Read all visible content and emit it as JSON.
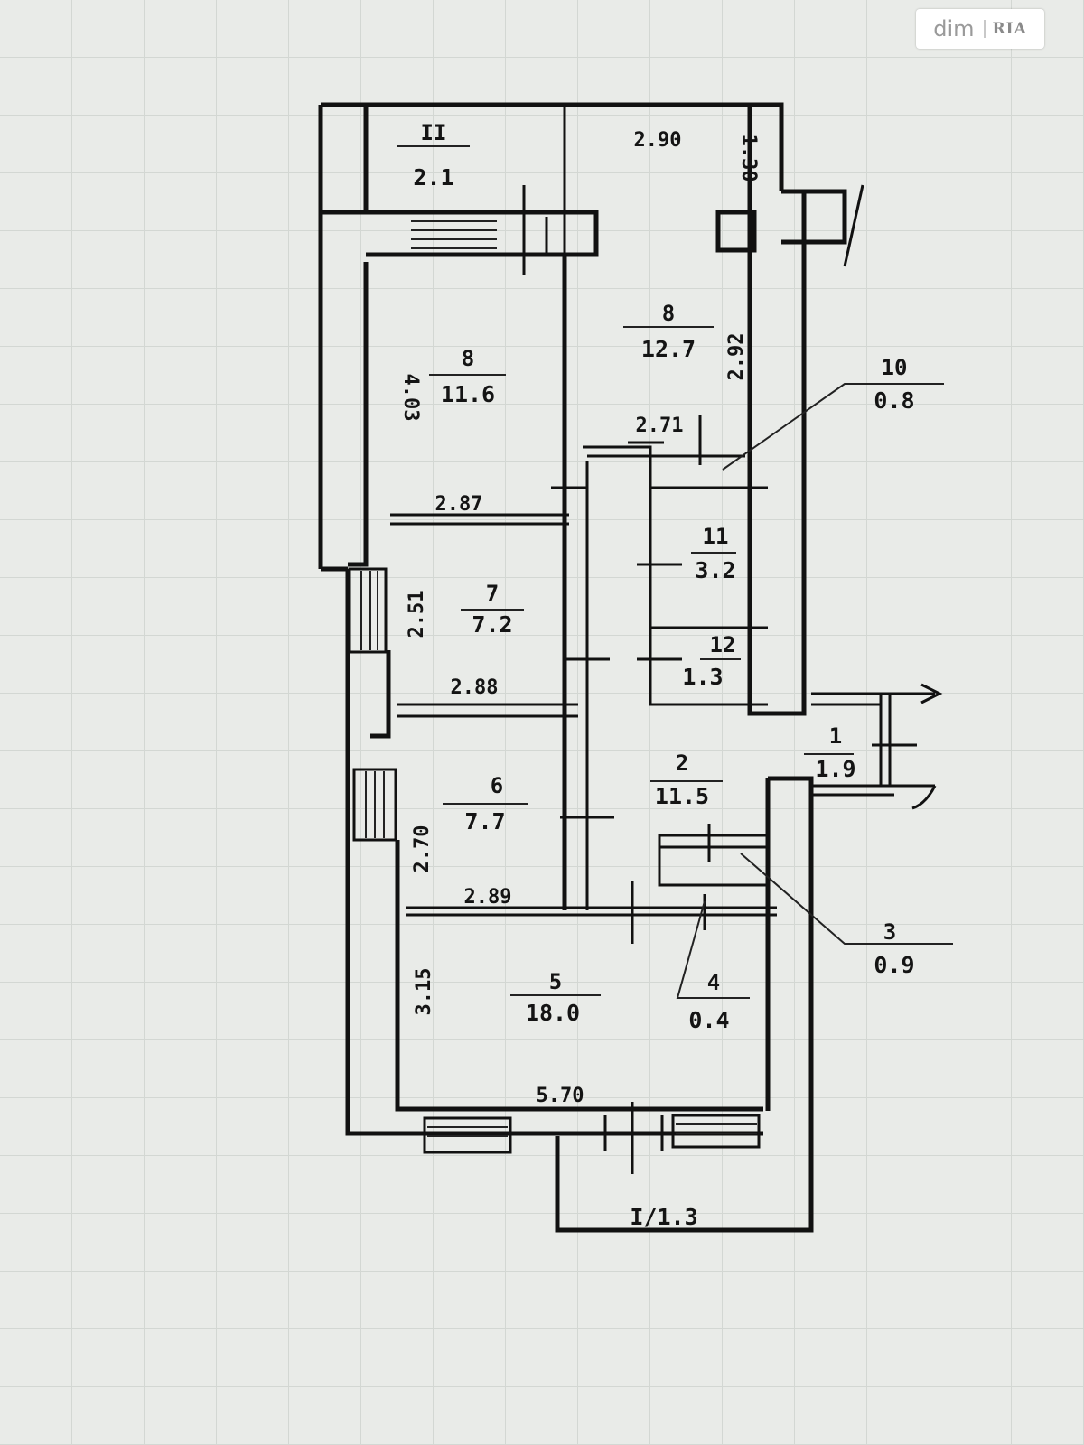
{
  "watermark": {
    "dim": "dim",
    "ria": "RIA"
  },
  "rooms": {
    "balcony_top": {
      "num": "II",
      "area": "2.1"
    },
    "r8_left": {
      "num": "8",
      "area": "11.6"
    },
    "r9": {
      "num": "8",
      "area": "12.7"
    },
    "r10": {
      "num": "10",
      "area": "0.8"
    },
    "r11": {
      "num": "11",
      "area": "3.2"
    },
    "r12": {
      "num": "12",
      "area": "1.3"
    },
    "r7": {
      "num": "7",
      "area": "7.2"
    },
    "r6": {
      "num": "6",
      "area": "7.7"
    },
    "r2": {
      "num": "2",
      "area": "11.5"
    },
    "r1": {
      "num": "1",
      "area": "1.9"
    },
    "r3": {
      "num": "3",
      "area": "0.9"
    },
    "r4": {
      "num": "4",
      "area": "0.4"
    },
    "r5": {
      "num": "5",
      "area": "18.0"
    },
    "balcony_bottom": {
      "label": "I/1.3"
    }
  },
  "dimensions": {
    "d_290": "2.90",
    "d_130": "1.30",
    "d_292": "2.92",
    "d_403": "4.03",
    "d_271": "2.71",
    "d_287": "2.87",
    "d_251": "2.51",
    "d_288": "2.88",
    "d_270": "2.70",
    "d_289": "2.89",
    "d_315": "3.15",
    "d_570": "5.70"
  }
}
